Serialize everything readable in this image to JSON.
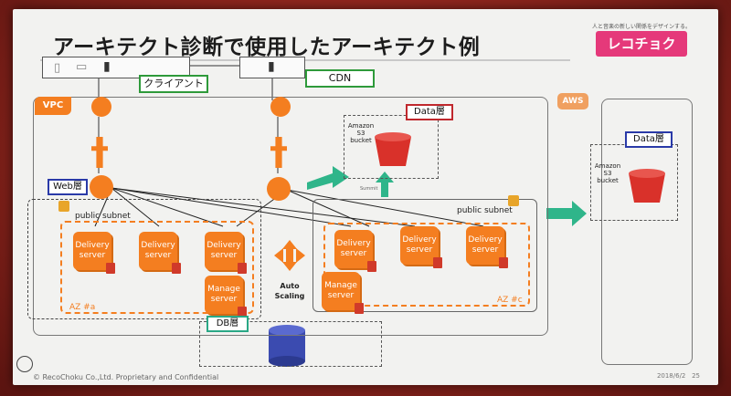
{
  "slide": {
    "title": "アーキテクト診断で使用したアーキテクト例",
    "tagline": "人と音楽の新しい関係をデザインする。",
    "logo": "レコチョク",
    "footer": "© RecoChoku Co.,Ltd. Proprietary and Confidential",
    "date": "2018/6/2",
    "page": "25"
  },
  "labels": {
    "client": "クライアント",
    "cdn": "CDN",
    "vpc": "VPC",
    "aws": "AWS",
    "data_layer": "Data層",
    "web_layer": "Web層",
    "db_layer": "DB層",
    "public_subnet": "public subnet",
    "az_a": "AZ #a",
    "az_c": "AZ #c",
    "auto_scaling": "Auto Scaling",
    "amazon_s3": "Amazon S3 bucket",
    "summit": "Summit"
  },
  "servers": {
    "delivery": "Delivery server",
    "manage": "Manage server"
  },
  "colors": {
    "aws_orange": "#f47e20",
    "green_arrow": "#2fb58a",
    "client_border": "#2e9a3a",
    "data_border": "#c0282d",
    "web_border": "#2a3aa8",
    "db_border": "#2aa886",
    "logo_pink": "#e5397a"
  }
}
